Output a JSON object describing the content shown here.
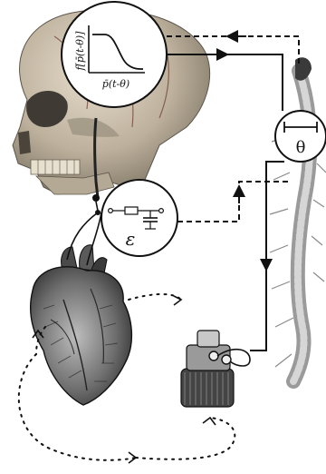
{
  "diagram": {
    "curve_xlabel": "p̄(t-θ)",
    "curve_ylabel": "f[p̄(t-θ)]",
    "delay_symbol": "θ",
    "circuit_symbol": "ε"
  },
  "colors": {
    "line": "#111111",
    "skull": "#c9bfae",
    "skull_shade": "#8f8676",
    "heart": "#6f6f6f",
    "heart_dark": "#2f2f2f",
    "spine": "#bdbdbd"
  },
  "icons": [
    "skull-illustration",
    "heart-illustration",
    "spine-illustration",
    "pump-device-illustration"
  ]
}
